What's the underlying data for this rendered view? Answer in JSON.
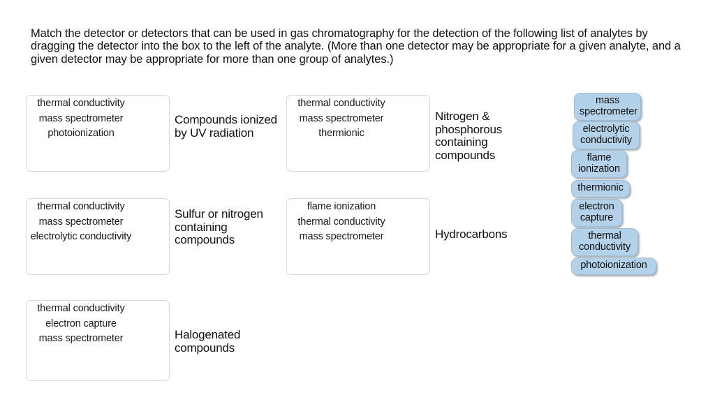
{
  "instructions": "Match the detector or detectors that can be used in gas chromatography for the detection of the following list of analytes by dragging the detector into the box to the left of the analyte. (More than one detector may be appropriate for a given analyte, and a given detector may be appropriate for more than one group of analytes.)",
  "pairs": [
    {
      "analyte": "Compounds ionized by UV radiation",
      "detectors": [
        "thermal conductivity",
        "mass spectrometer",
        "photoionization"
      ]
    },
    {
      "analyte": "Nitrogen & phosphorous containing compounds",
      "detectors": [
        "thermal conductivity",
        "mass spectrometer",
        "thermionic"
      ]
    },
    {
      "analyte": "Sulfur or nitrogen containing compounds",
      "detectors": [
        "thermal conductivity",
        "mass spectrometer",
        "electrolytic conductivity"
      ]
    },
    {
      "analyte": "Hydrocarbons",
      "detectors": [
        "flame ionization",
        "thermal conductivity",
        "mass spectrometer"
      ]
    },
    {
      "analyte": "Halogenated compounds",
      "detectors": [
        "thermal conductivity",
        "electron capture",
        "mass spectrometer"
      ]
    }
  ],
  "chip_tray": {
    "chips": [
      "mass spectrometer",
      "electrolytic conductivity",
      "flame ionization",
      "thermionic",
      "electron capture",
      "thermal conductivity",
      "photoionization"
    ]
  },
  "colors": {
    "chip_fill": "#b3d1e8",
    "chip_border": "#9dbdd6",
    "dropbox_border": "#cddbe9",
    "page_background": "#ffffff",
    "text": "#111111"
  }
}
